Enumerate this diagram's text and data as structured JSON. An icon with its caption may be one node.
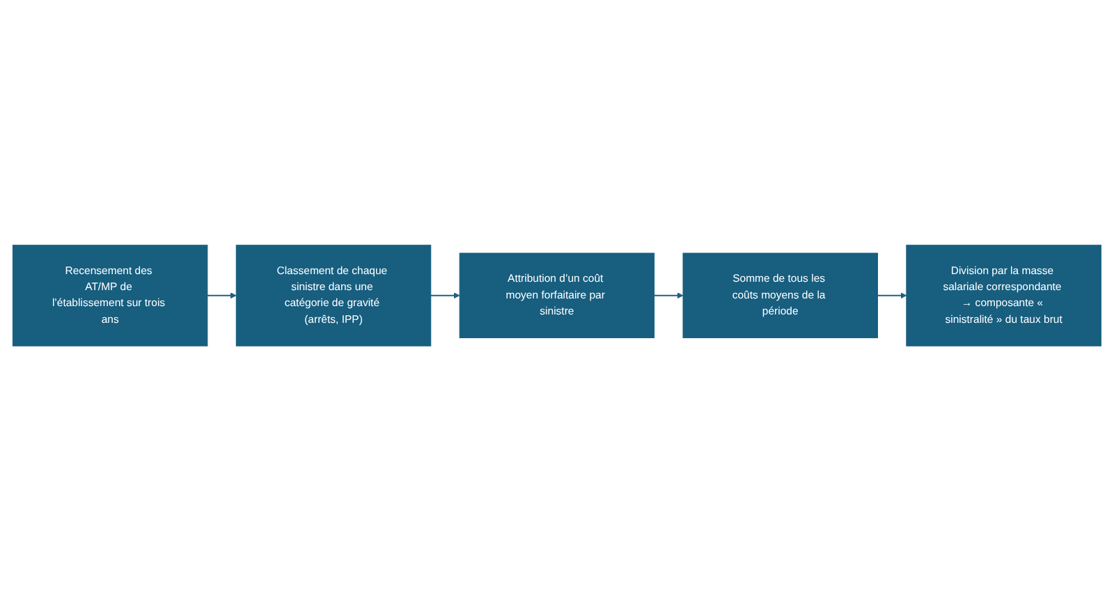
{
  "diagram": {
    "nodes": [
      {
        "text": [
          "Recensement des AT/MP de l’établissement sur trois ans"
        ]
      },
      {
        "text": [
          "Classement de chaque sinistre dans une catégorie de gravité (arrêts, IPP)"
        ]
      },
      {
        "text": [
          "Attribution d’un coût moyen forfaitaire par sinistre"
        ]
      },
      {
        "text": [
          "Somme de tous les coûts moyens de la période"
        ]
      },
      {
        "text": [
          "Division par la masse salariale correspondante → composante « sinistralité » du taux brut"
        ]
      }
    ],
    "edges": [
      {
        "from": 0,
        "to": 1,
        "arrow": "to"
      },
      {
        "from": 1,
        "to": 2,
        "arrow": "to"
      },
      {
        "from": 2,
        "to": 3,
        "arrow": "to"
      },
      {
        "from": 3,
        "to": 4,
        "arrow": "to"
      }
    ]
  }
}
